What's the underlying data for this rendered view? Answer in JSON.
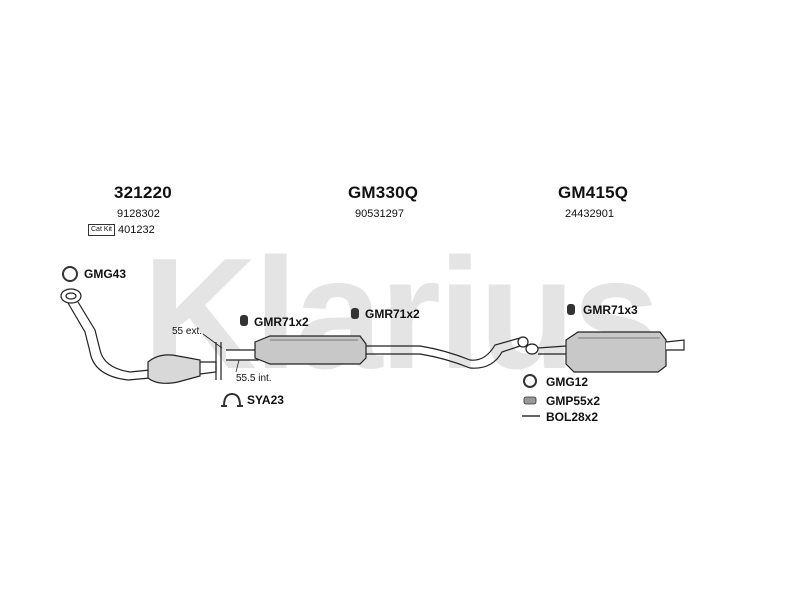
{
  "watermark": "Klarius",
  "sections": [
    {
      "part": "321220",
      "oe": "9128302"
    },
    {
      "part": "GM330Q",
      "oe": "90531297"
    },
    {
      "part": "GM415Q",
      "oe": "24432901"
    }
  ],
  "cat_kit": {
    "tag": "Cat Kit",
    "number": "401232"
  },
  "fittings": {
    "gasket1": "GMG43",
    "rubber1": "GMR71x2",
    "rubber2": "GMR71x2",
    "rubber3": "GMR71x3",
    "clamp": "SYA23",
    "gasket2": "GMG12",
    "pipe": "GMP55x2",
    "bolt": "BOL28x2"
  },
  "dims": {
    "ext": "55 ext.",
    "int": "55.5 int."
  }
}
